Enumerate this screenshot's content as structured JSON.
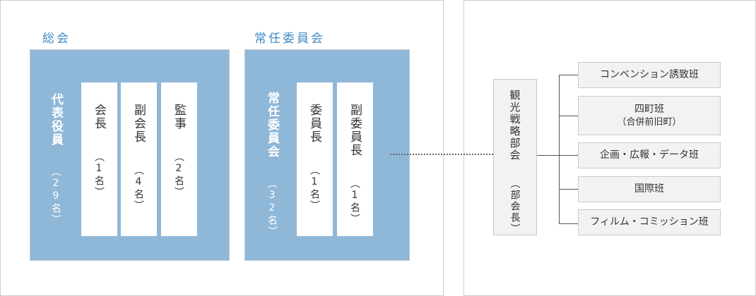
{
  "general_assembly": {
    "title": "総会",
    "representatives": {
      "label": "代表役員",
      "count": "（29名）"
    },
    "roles": [
      {
        "name": "会長",
        "count": "（1名）"
      },
      {
        "name": "副会長",
        "count": "（4名）"
      },
      {
        "name": "監事",
        "count": "（2名）"
      }
    ]
  },
  "standing_committee": {
    "title": "常任委員会",
    "members": {
      "label": "常任委員会",
      "count": "（32名）"
    },
    "roles": [
      {
        "name": "委員長",
        "count": "（1名）"
      },
      {
        "name": "副委員長",
        "count": "（1名）"
      }
    ]
  },
  "strategy_committee": {
    "label": "観光戦略部会",
    "sub": "（部会長）"
  },
  "teams": [
    {
      "name": "コンベンション誘致班",
      "note": ""
    },
    {
      "name": "四町班",
      "note": "（合併前旧町）"
    },
    {
      "name": "企画・広報・データ班",
      "note": ""
    },
    {
      "name": "国際班",
      "note": ""
    },
    {
      "name": "フィルム・コミッション班",
      "note": ""
    }
  ]
}
